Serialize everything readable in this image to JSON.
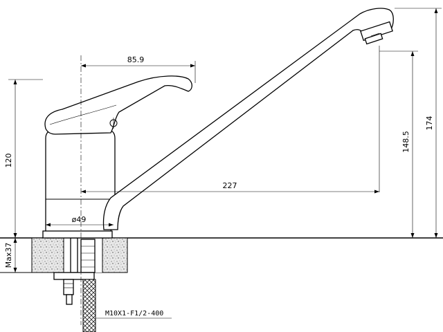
{
  "dimensions": {
    "handle_reach": "85.9",
    "height_body": "120",
    "height_outlet": "148.5",
    "height_total": "174",
    "spout_reach": "227",
    "base_diameter": "ø49",
    "max_counter": "Max37"
  },
  "labels": {
    "hose_spec": "M10X1-F1/2-400"
  }
}
